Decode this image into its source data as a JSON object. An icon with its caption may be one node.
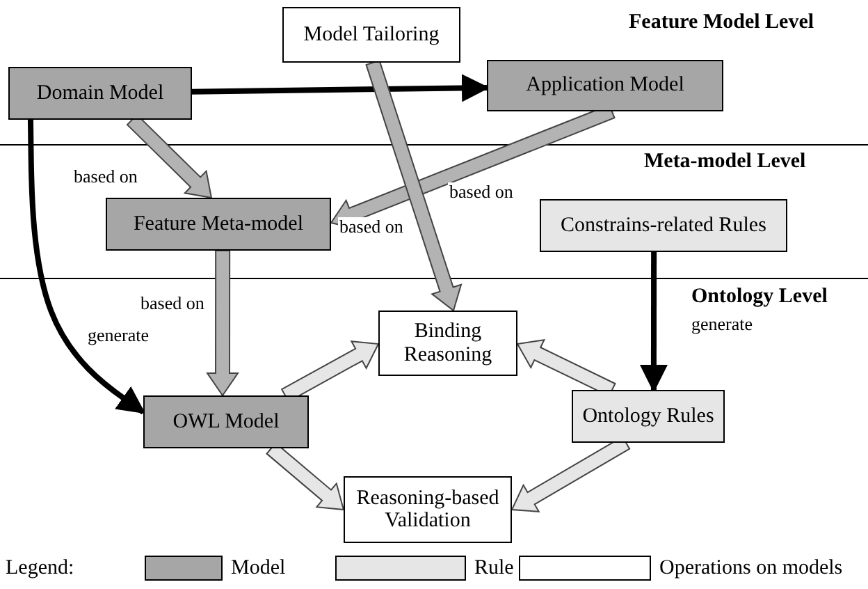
{
  "diagram": {
    "nodes": [
      {
        "text": [
          "Model Tailoring"
        ]
      },
      {
        "text": [
          "Domain Model"
        ]
      },
      {
        "text": [
          "Application Model"
        ]
      },
      {
        "text": [
          "Feature Meta-model"
        ]
      },
      {
        "text": [
          "Constrains-related Rules"
        ]
      },
      {
        "text": [
          "Binding Reasoning"
        ]
      },
      {
        "text": [
          "OWL Model"
        ]
      },
      {
        "text": [
          "Ontology Rules"
        ]
      },
      {
        "text": [
          "Reasoning-based Validation"
        ]
      }
    ],
    "edges": [
      {
        "from": 1,
        "to": 2,
        "arrow": "to",
        "color": "#000000"
      },
      {
        "from": 1,
        "to": 3,
        "arrow": "to",
        "label": "based on",
        "style": "thick"
      },
      {
        "from": 2,
        "to": 3,
        "arrow": "to",
        "label": "based on",
        "style": "thick"
      },
      {
        "from": 0,
        "to": 5,
        "arrow": "to",
        "label": "based on",
        "style": "thick"
      },
      {
        "from": 3,
        "to": 6,
        "arrow": "to",
        "label": "based on",
        "style": "thick"
      },
      {
        "from": 1,
        "to": 6,
        "arrow": "to",
        "label": "generate",
        "color": "#000000"
      },
      {
        "from": 4,
        "to": 7,
        "arrow": "to",
        "label": "generate",
        "color": "#000000"
      },
      {
        "from": 6,
        "to": 5,
        "arrow": "to",
        "style": "thick",
        "color": "#e6e6e6"
      },
      {
        "from": 7,
        "to": 5,
        "arrow": "to",
        "style": "thick",
        "color": "#e6e6e6"
      },
      {
        "from": 6,
        "to": 8,
        "arrow": "to",
        "style": "thick",
        "color": "#e6e6e6"
      },
      {
        "from": 7,
        "to": 8,
        "arrow": "to",
        "style": "thick",
        "color": "#e6e6e6"
      }
    ],
    "labels": [
      "Feature Model Level",
      "Meta-model Level",
      "Ontology Level",
      "Legend:"
    ],
    "legend": [
      {
        "text": "Model",
        "color": "#a6a6a6"
      },
      {
        "text": "Rule",
        "color": "#e6e6e6"
      },
      {
        "text": "Operations on models",
        "color": "#ffffff"
      }
    ]
  }
}
